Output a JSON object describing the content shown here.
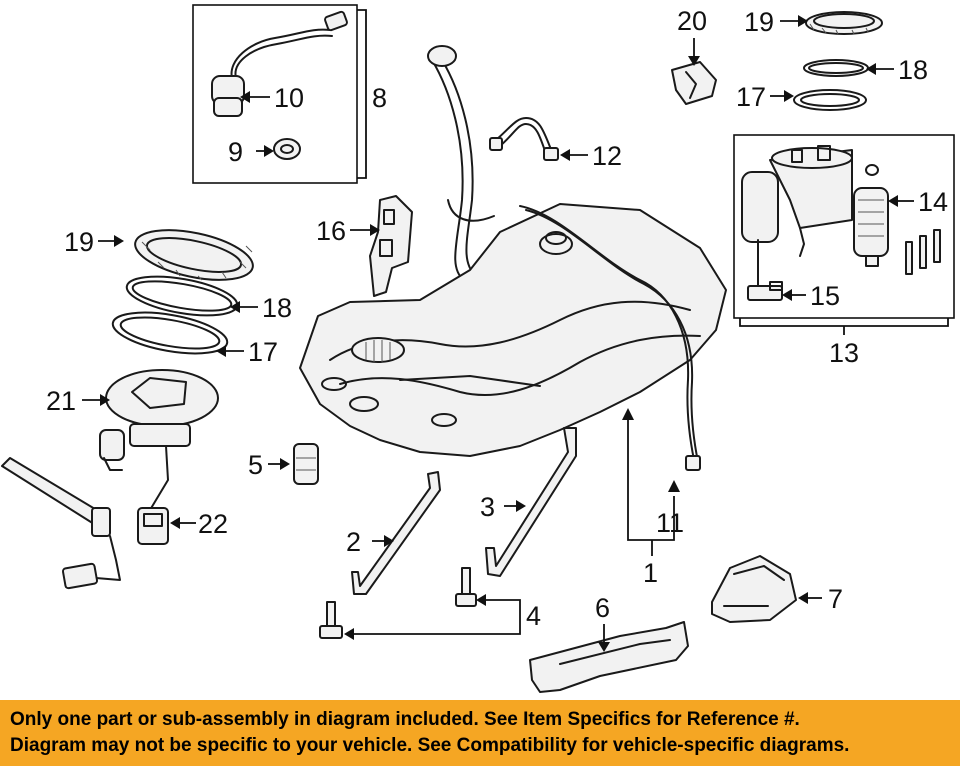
{
  "callouts": {
    "c1": "1",
    "c2": "2",
    "c3": "3",
    "c4": "4",
    "c5": "5",
    "c6": "6",
    "c7": "7",
    "c8": "8",
    "c9": "9",
    "c10": "10",
    "c11": "11",
    "c12": "12",
    "c13": "13",
    "c14": "14",
    "c15": "15",
    "c16": "16",
    "c17_left": "17",
    "c18_left": "18",
    "c19_left": "19",
    "c17_right": "17",
    "c18_right": "18",
    "c19_right": "19",
    "c20": "20",
    "c21": "21",
    "c22": "22"
  },
  "footer": {
    "line1": "Only one part or sub-assembly in diagram included. See Item Specifics for Reference #.",
    "line2": "Diagram may not be specific to your vehicle. See Compatibility for vehicle-specific diagrams."
  },
  "colors": {
    "footer_background": "#f5a623",
    "ink": "#111111",
    "background": "#ffffff"
  }
}
